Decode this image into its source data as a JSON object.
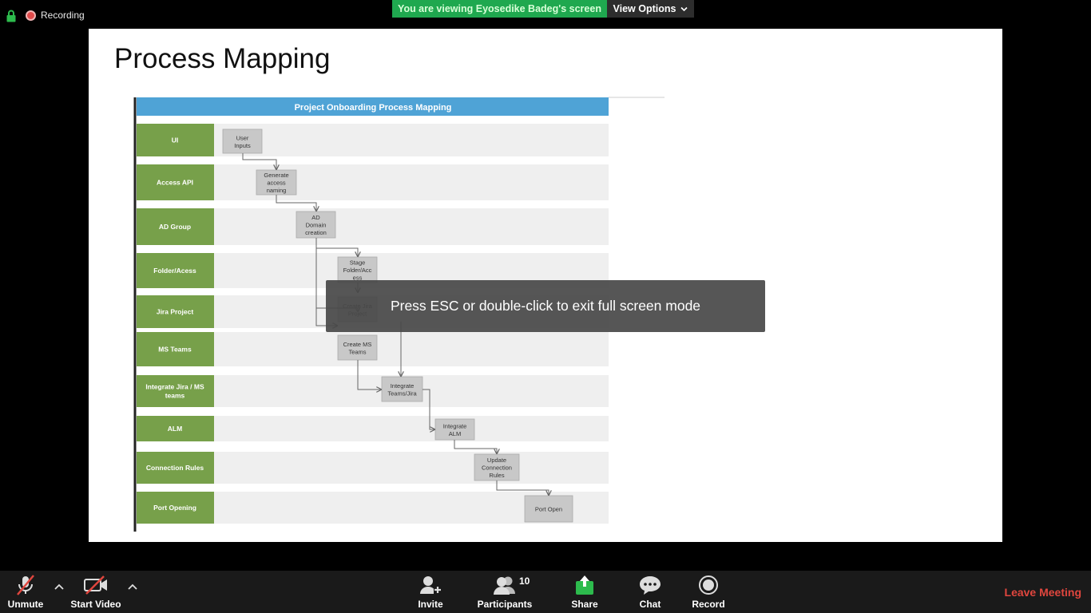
{
  "top_bar": {
    "recording_label": "Recording",
    "viewing_banner": "You are viewing Eyosedike Badeg's screen",
    "view_options_label": "View Options",
    "viewing_banner_color": "#1fa84f"
  },
  "slide": {
    "title": "Process Mapping",
    "diagram": {
      "header": "Project Onboarding Process Mapping",
      "header_color": "#4fa3d6",
      "lane_label_color": "#77a04a",
      "lanes": [
        "UI",
        "Access API",
        "AD Group",
        "Folder/Acess",
        "Jira Project",
        "MS Teams",
        "Integrate Jira / MS teams",
        "ALM",
        "Connection Rules",
        "Port Opening"
      ],
      "steps": [
        [
          "User",
          "Inputs"
        ],
        [
          "Generate",
          "access",
          "naming"
        ],
        [
          "AD",
          "Domain",
          "creation"
        ],
        [
          "Stage",
          "Folder/Acc",
          "ess"
        ],
        [
          "Create Jira",
          "Project"
        ],
        [
          "Create MS",
          "Teams"
        ],
        [
          "Integrate",
          "Teams/Jira"
        ],
        [
          "Integrate",
          "ALM"
        ],
        [
          "Update",
          "Connection",
          "Rules"
        ],
        [
          "Port Open"
        ]
      ]
    }
  },
  "overlay": {
    "esc_message": "Press ESC or double-click to exit full screen mode"
  },
  "toolbar": {
    "unmute_label": "Unmute",
    "start_video_label": "Start Video",
    "invite_label": "Invite",
    "participants_label": "Participants",
    "participants_count": "10",
    "share_label": "Share",
    "chat_label": "Chat",
    "record_label": "Record",
    "leave_label": "Leave Meeting",
    "leave_color": "#e0463e",
    "share_color": "#2dbb4d"
  }
}
